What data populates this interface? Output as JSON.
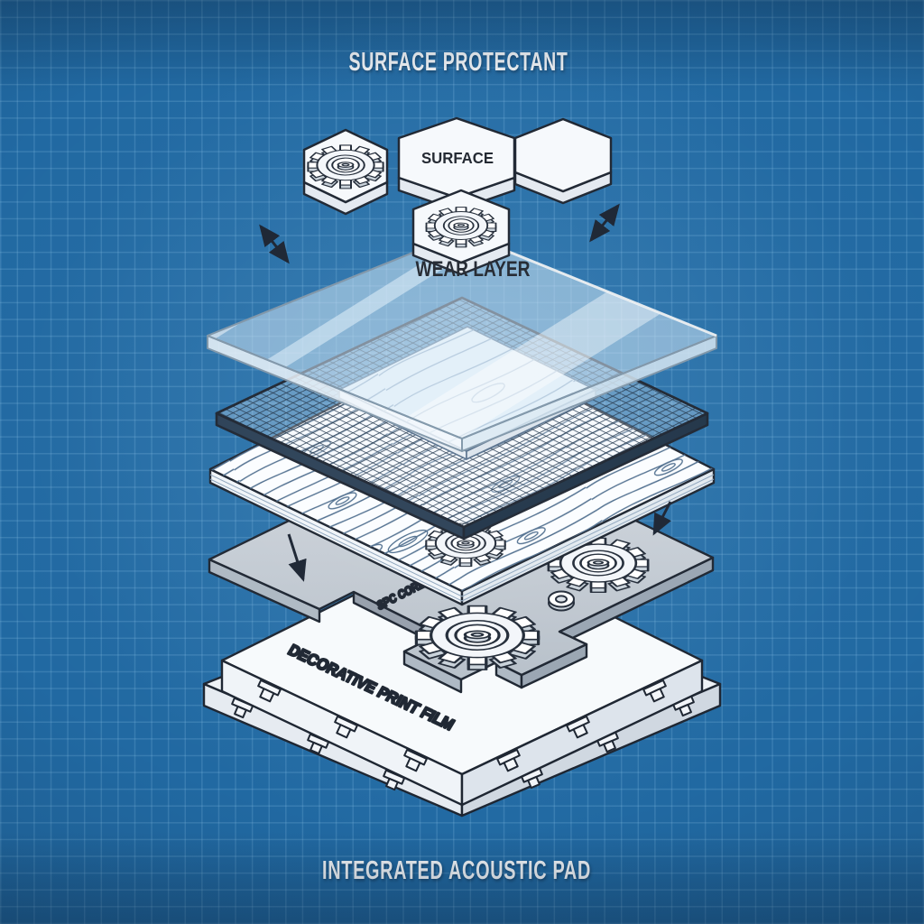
{
  "diagram": {
    "labels": {
      "title": "SURFACE PROTECTANT",
      "surface_tile": "SURFACE",
      "wear_layer": "WEAR LAYER",
      "spc_core": "SPC CORE",
      "decorative_print_film": "DECORATIVE PRINT FILM",
      "acoustic_pad": "INTEGRATED ACOUSTIC PAD"
    },
    "style": {
      "background_blue": "#2169a2",
      "grid_line_blue": "#8cc3e8",
      "ink_navy": "#1d2531",
      "glass_blue": "#cfe4f4",
      "core_gray": "#c4ccd4",
      "layer_white": "#f6f9fc"
    },
    "icons": {
      "gear": "gear-icon",
      "washer": "washer-icon",
      "double_arrow": "double-arrow-icon",
      "down_arrow": "down-arrow-icon"
    }
  }
}
